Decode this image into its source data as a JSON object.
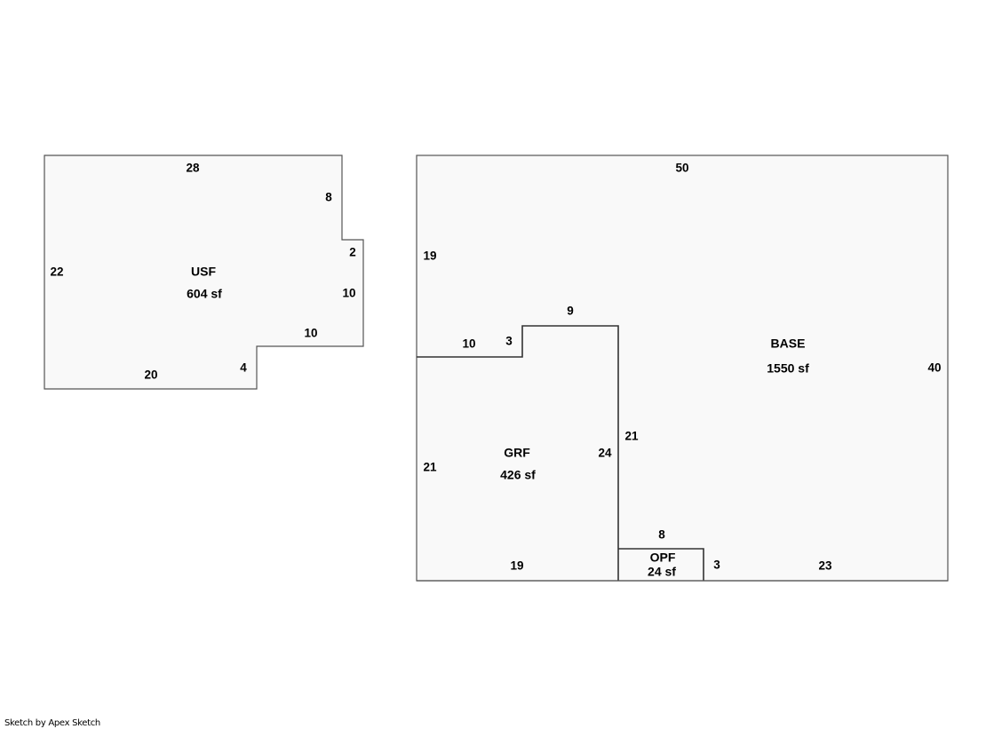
{
  "areas": {
    "usf": {
      "name": "USF",
      "size": "604 sf",
      "dims": [
        "28",
        "8",
        "2",
        "10",
        "10",
        "4",
        "20",
        "22"
      ]
    },
    "base": {
      "name": "BASE",
      "size": "1550 sf",
      "dims": [
        "50",
        "40",
        "23",
        "21",
        "9",
        "3",
        "10",
        "19"
      ]
    },
    "grf": {
      "name": "GRF",
      "size": "426 sf",
      "dims": [
        "24",
        "19",
        "21"
      ]
    },
    "opf": {
      "name": "OPF",
      "size": "24 sf",
      "dims": [
        "8",
        "3"
      ]
    }
  },
  "colors": {
    "fill": "#f9f9f9",
    "outline": "#555555",
    "line": "#333333"
  },
  "footer": {
    "credit": "Sketch by Apex Sketch"
  }
}
